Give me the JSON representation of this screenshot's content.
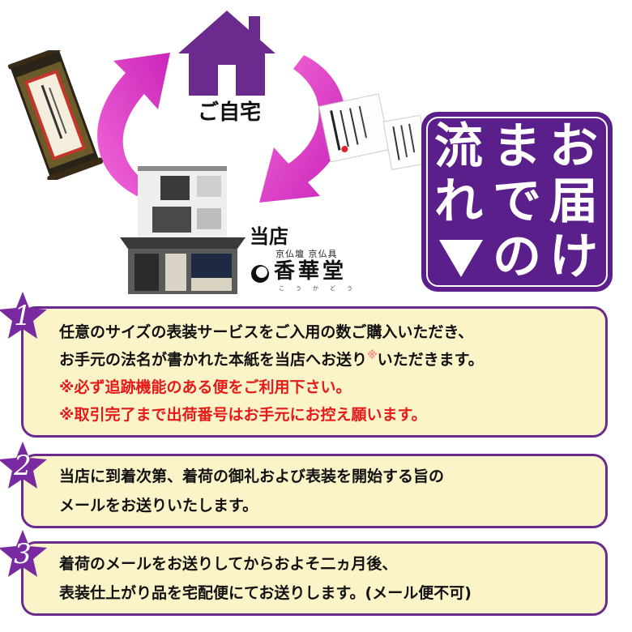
{
  "top": {
    "home_label": "ご自宅",
    "store_label": "当店",
    "brand_sub": "京仏壇 京仏具",
    "brand_name": "香華堂",
    "brand_ruby": "こうかどう"
  },
  "badge": {
    "title_chars": [
      "お",
      "届",
      "け",
      "ま",
      "で",
      "の",
      "流",
      "れ"
    ],
    "color": "#5a1f8a"
  },
  "steps": [
    {
      "number": "1",
      "lines": [
        "任意のサイズの表装サービスをご入用の数ご購入いただき、",
        "お手元の法名が書かれた本紙を当店へお送り",
        "※必ず追跡機能のある便をご利用下さい。",
        "※取引完了まで出荷番号はお手元にお控え願います。"
      ],
      "line2_note": "※",
      "line2_tail": "いただきます。"
    },
    {
      "number": "2",
      "lines": [
        "当店に到着次第、着荷の御礼および表装を開始する旨の",
        "メールをお送りいたします。"
      ]
    },
    {
      "number": "3",
      "lines": [
        "着荷のメールをお送りしてからおよそ二ヵ月後、",
        "表装仕上がり品を宅配便にてお送りします。(メール便不可)"
      ]
    }
  ],
  "colors": {
    "accent_purple": "#6a2a8e",
    "arrow_magenta": "#e040c8",
    "panel_cream": "#fbf4c8",
    "warning_red": "#e61a1a"
  }
}
